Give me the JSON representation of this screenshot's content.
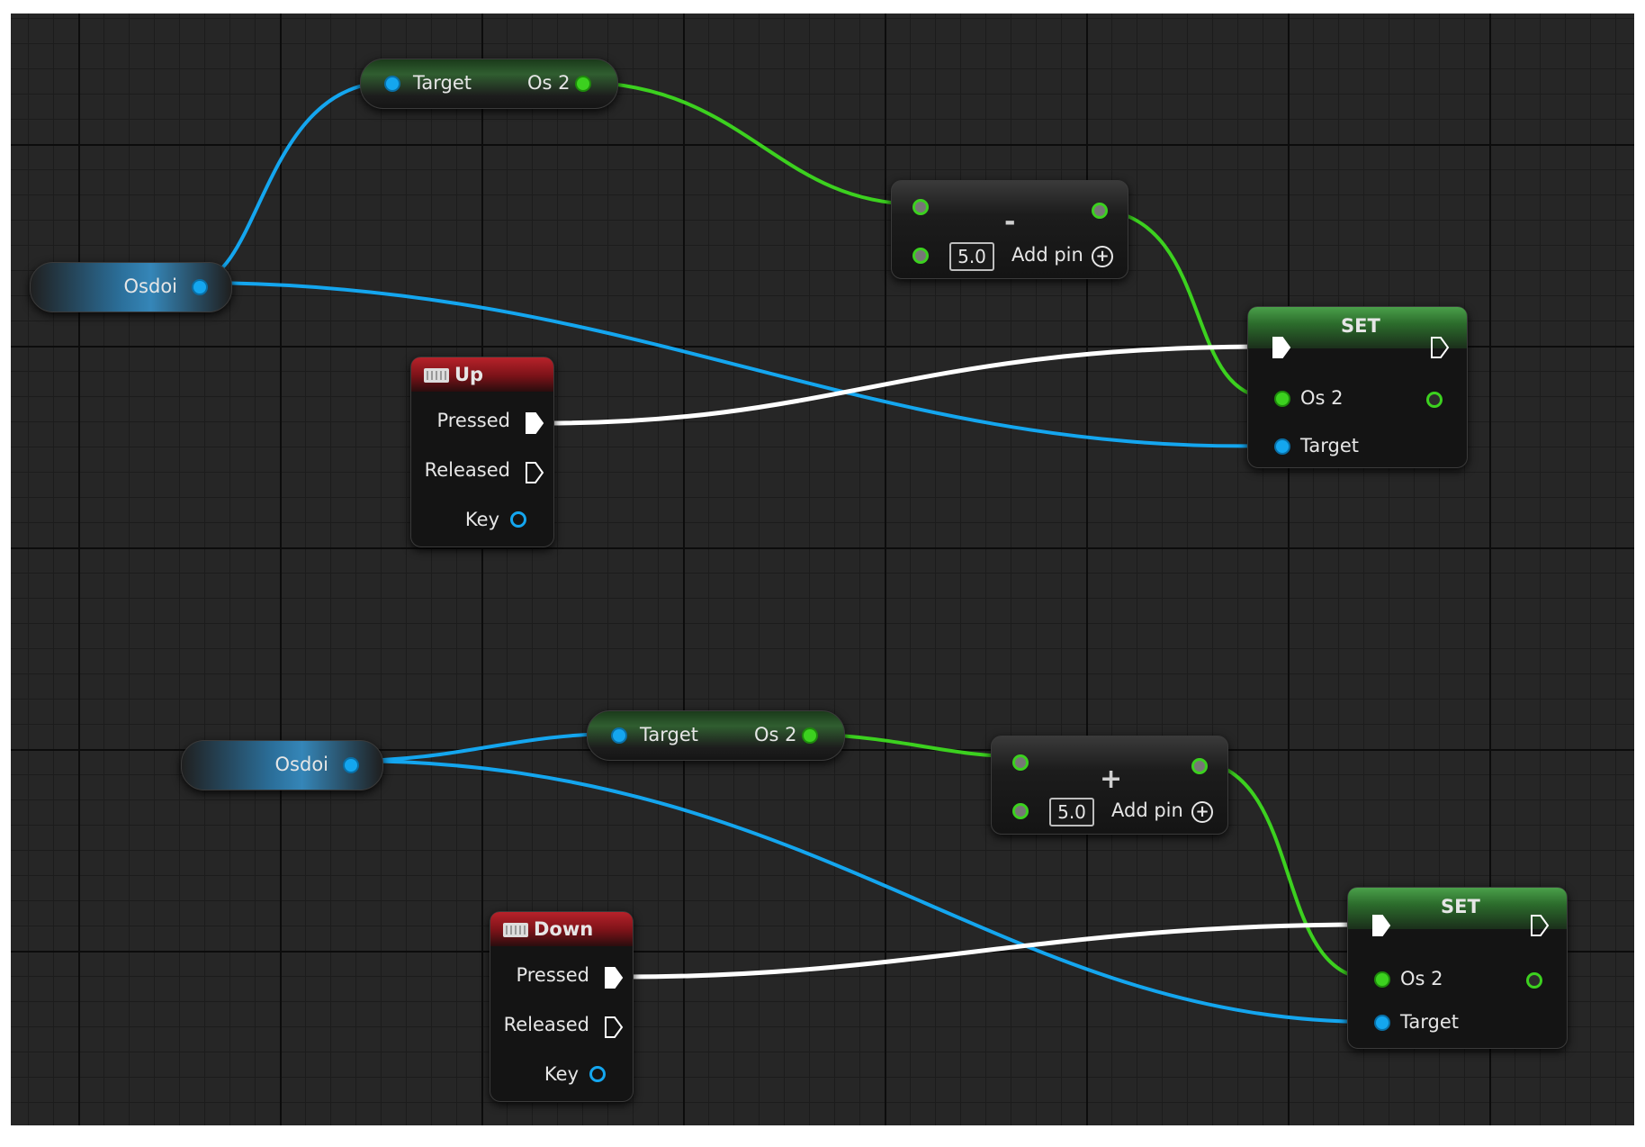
{
  "canvas": {
    "name": "Blueprint Event Graph"
  },
  "groups": [
    {
      "variable": {
        "label": "Osdoi"
      },
      "getter": {
        "target": "Target",
        "output": "Os 2"
      },
      "math": {
        "operator": "-",
        "value": "5.0",
        "add_pin": "Add pin"
      },
      "input": {
        "title": "Up",
        "pressed": "Pressed",
        "released": "Released",
        "key": "Key"
      },
      "set": {
        "title": "SET",
        "value_pin": "Os 2",
        "target_pin": "Target"
      }
    },
    {
      "variable": {
        "label": "Osdoi"
      },
      "getter": {
        "target": "Target",
        "output": "Os 2"
      },
      "math": {
        "operator": "+",
        "value": "5.0",
        "add_pin": "Add pin"
      },
      "input": {
        "title": "Down",
        "pressed": "Pressed",
        "released": "Released",
        "key": "Key"
      },
      "set": {
        "title": "SET",
        "value_pin": "Os 2",
        "target_pin": "Target"
      }
    }
  ],
  "colors": {
    "object_pin": "#14a6ef",
    "float_pin": "#3cd11f",
    "exec_wire": "#ffffff",
    "input_header": "#b7222a",
    "set_header": "#4aa04a"
  }
}
